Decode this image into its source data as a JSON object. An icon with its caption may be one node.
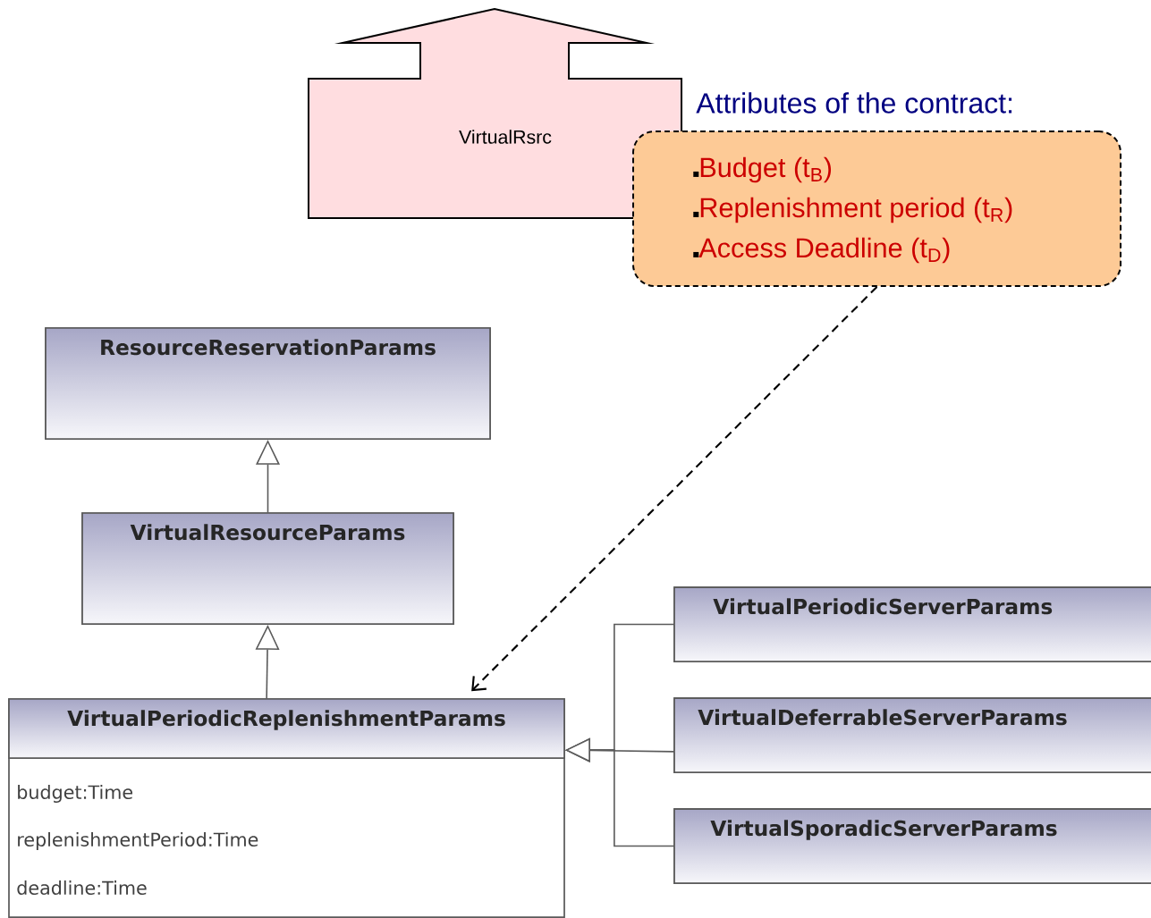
{
  "diagram": {
    "nodes": [
      {
        "text": [
          "VirtualRsrc"
        ]
      },
      {
        "text": [
          "Attributes of the contract:",
          "Budget (t$_{B}$)",
          "Replenishment period (t$_{R}$)",
          "Access Deadline (t$_{D}$)"
        ]
      },
      {
        "text": [
          "ResourceReservationParams"
        ]
      },
      {
        "text": [
          "VirtualResourceParams"
        ]
      },
      {
        "text": [
          "VirtualPeriodicReplenishmentParams",
          "budget:Time",
          "replenishmentPeriod:Time",
          "deadline:Time"
        ]
      },
      {
        "text": [
          "VirtualPeriodicServerParams"
        ]
      },
      {
        "text": [
          "VirtualDeferrableServerParams"
        ]
      },
      {
        "text": [
          "VirtualSporadicServerParams"
        ]
      }
    ],
    "edges": [
      {
        "from": 3,
        "to": 2,
        "arrow": "to"
      },
      {
        "from": 4,
        "to": 3,
        "arrow": "to"
      },
      {
        "from": 5,
        "to": 4,
        "arrow": "to"
      },
      {
        "from": 6,
        "to": 4,
        "arrow": "to"
      },
      {
        "from": 7,
        "to": 4,
        "arrow": "to"
      },
      {
        "from": 1,
        "to": 4,
        "arrow": "to",
        "style": "dashed"
      }
    ]
  }
}
